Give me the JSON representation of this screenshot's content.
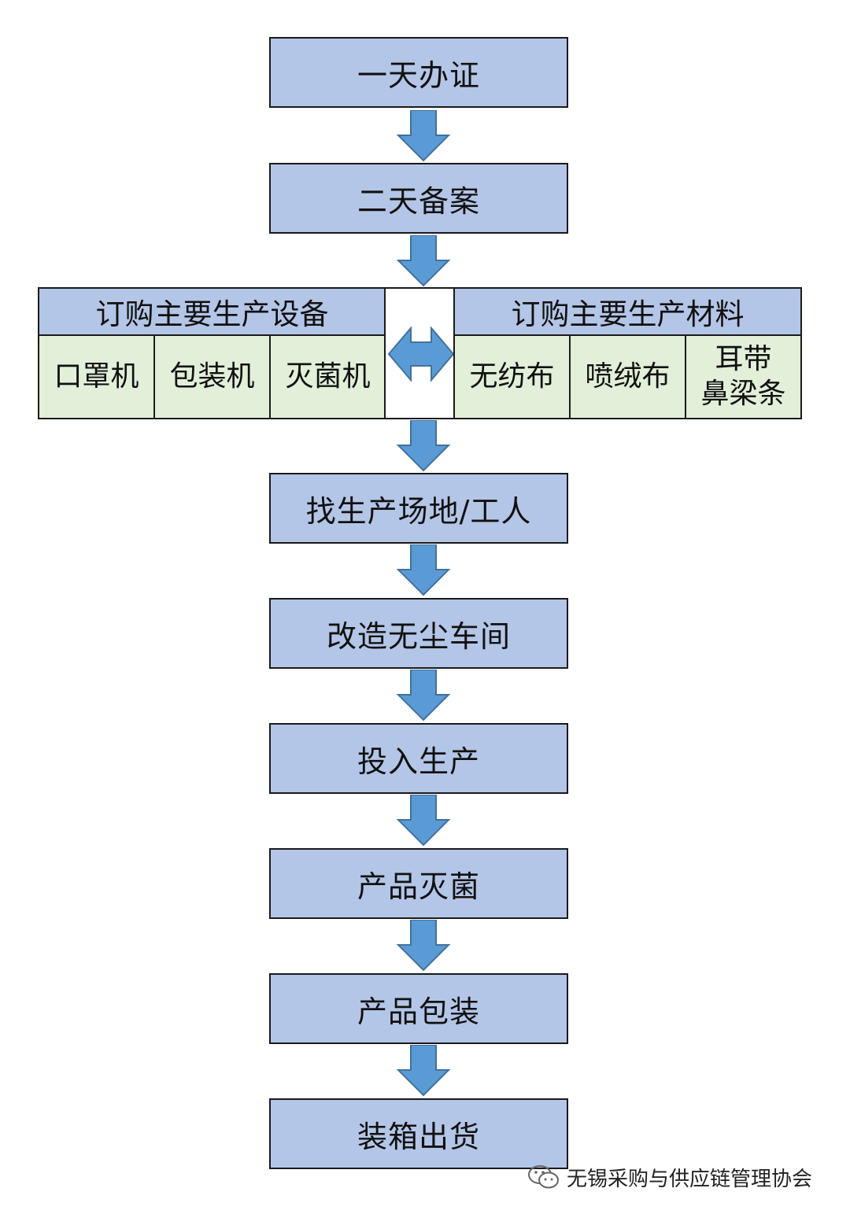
{
  "steps": [
    {
      "label": "一天办证"
    },
    {
      "label": "二天备案"
    },
    {
      "label": "找生产场地/工人"
    },
    {
      "label": "改造无尘车间"
    },
    {
      "label": "投入生产"
    },
    {
      "label": "产品灭菌"
    },
    {
      "label": "产品包装"
    },
    {
      "label": "装箱出货"
    }
  ],
  "equipment": {
    "title": "订购主要生产设备",
    "items": [
      "口罩机",
      "包装机",
      "灭菌机"
    ]
  },
  "materials": {
    "title": "订购主要生产材料",
    "items": [
      [
        "无纺布"
      ],
      [
        "喷绒布"
      ],
      [
        "耳带",
        "鼻梁条"
      ]
    ]
  },
  "colors": {
    "step_fill": "#b4c6e7",
    "cell_fill": "#e2efd9",
    "arrow_fill": "#5b9bd5",
    "border": "#1a1a1a"
  },
  "watermark": {
    "text": "无锡采购与供应链管理协会",
    "icon": "wechat-icon"
  }
}
